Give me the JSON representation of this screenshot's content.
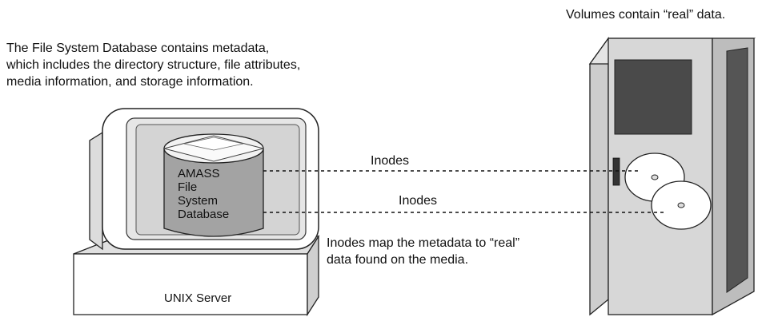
{
  "captions": {
    "volumes": "Volumes contain “real” data.",
    "metadata_lines": [
      "The File System Database contains metadata,",
      "which includes the directory structure, file attributes,",
      "media information, and storage information."
    ],
    "inodes_map_lines": [
      "Inodes map the metadata to “real”",
      "data found on the media."
    ]
  },
  "database": {
    "label_lines": [
      "AMASS",
      "File",
      "System",
      "Database"
    ]
  },
  "connectors": [
    {
      "label": "Inodes"
    },
    {
      "label": "Inodes"
    }
  ],
  "server": {
    "label": "UNIX Server"
  }
}
